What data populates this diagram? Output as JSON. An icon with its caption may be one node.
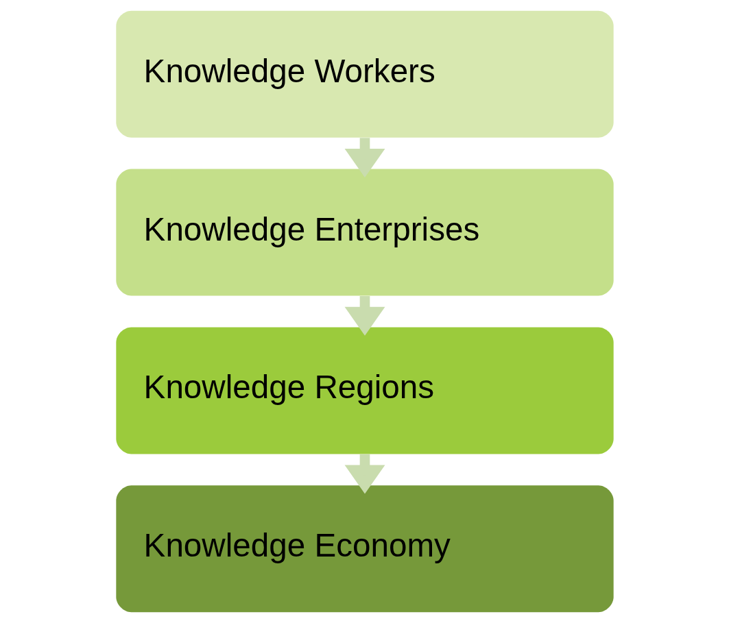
{
  "diagram": {
    "nodes": [
      {
        "text": [
          "Knowledge Workers"
        ]
      },
      {
        "text": [
          "Knowledge Enterprises"
        ]
      },
      {
        "text": [
          "Knowledge Regions"
        ]
      },
      {
        "text": [
          "Knowledge Economy"
        ]
      }
    ],
    "edges": [
      {
        "from": 0,
        "to": 1,
        "arrow": "to"
      },
      {
        "from": 1,
        "to": 2,
        "arrow": "to"
      },
      {
        "from": 2,
        "to": 3,
        "arrow": "to"
      }
    ]
  }
}
